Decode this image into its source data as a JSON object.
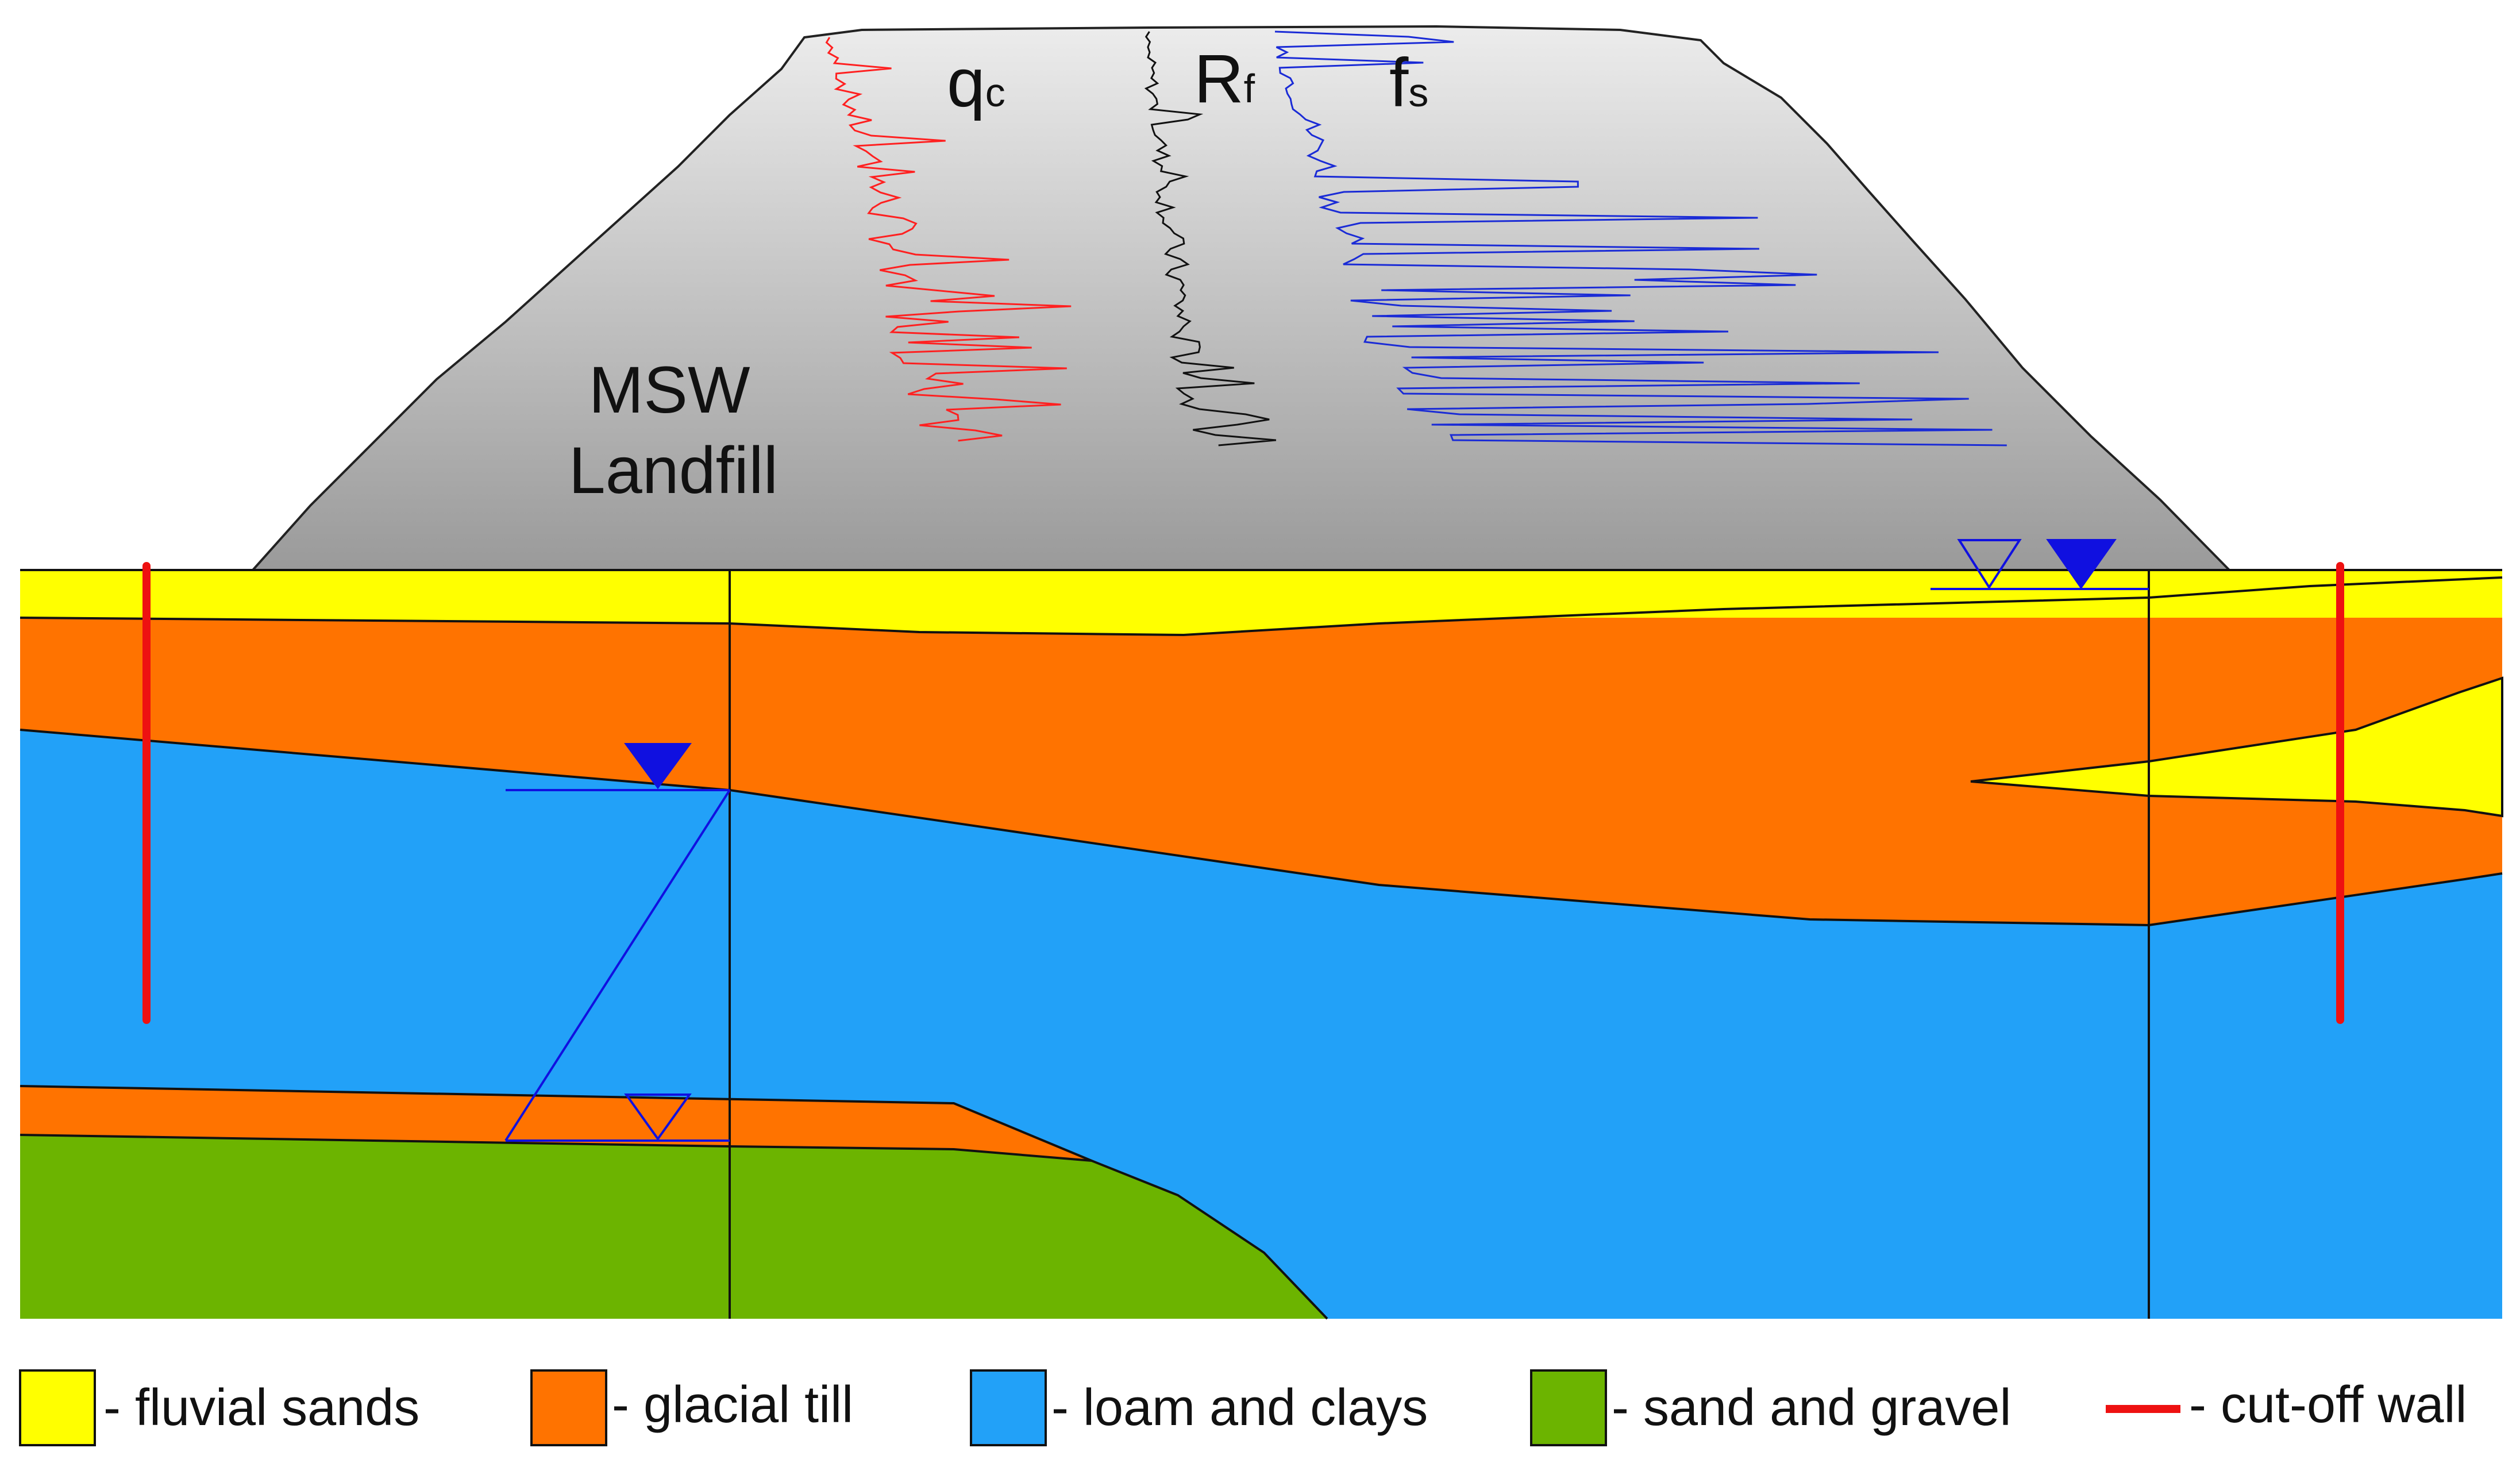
{
  "landfill": {
    "label_line1": "MSW",
    "label_line2": "Landfill"
  },
  "logs": {
    "qc": {
      "main": "q",
      "sub": "c",
      "color": "#ff2020"
    },
    "rf": {
      "main": "R",
      "sub": "f",
      "color": "#111111"
    },
    "fs": {
      "main": "f",
      "sub": "s",
      "color": "#1a2bd6"
    }
  },
  "legend": {
    "items": [
      {
        "label": "- fluvial sands",
        "color": "#ffff00"
      },
      {
        "label": "- glacial till",
        "color": "#ff7300"
      },
      {
        "label": "- loam and clays",
        "color": "#22a1f8"
      },
      {
        "label": "- sand and gravel",
        "color": "#6cb400"
      },
      {
        "label": "- cut-off wall",
        "color": "#ee1111"
      }
    ]
  },
  "colors": {
    "landfill_top": "#ececec",
    "landfill_bottom": "#9a9a9a",
    "water_table": "#1010e0"
  }
}
